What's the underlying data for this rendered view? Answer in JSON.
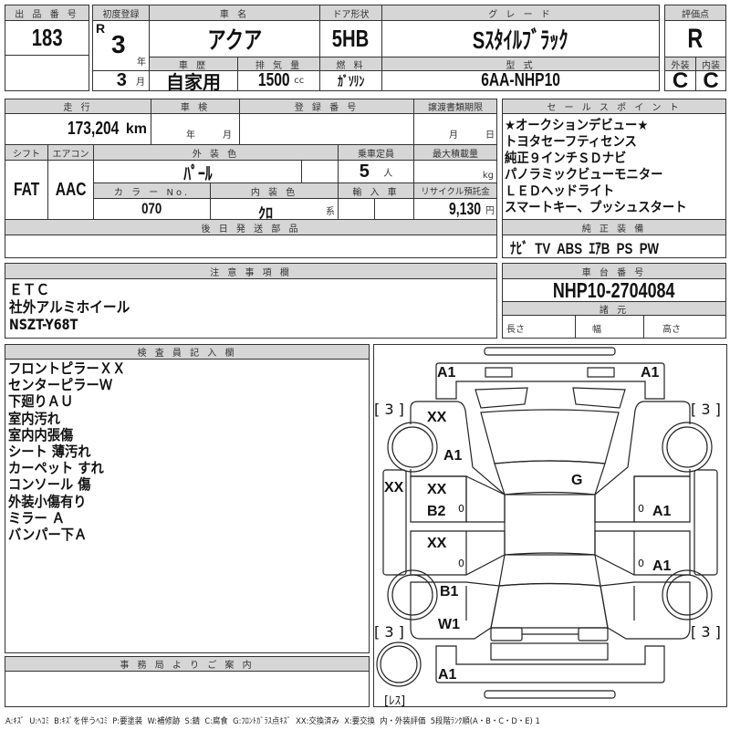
{
  "header": {
    "lot_label": "出 品 番 号",
    "lot_number": "183",
    "first_reg_label": "初度登録",
    "era": "R",
    "year": "3",
    "year_unit": "年",
    "month": "3",
    "month_unit": "月",
    "car_name_label": "車 名",
    "car_name": "アクア",
    "door_label": "ドア形状",
    "door": "5HB",
    "grade_label": "グ レ ー ド",
    "grade": "Sｽﾀｲﾙﾌﾞﾗｯｸ",
    "history_label": "車 歴",
    "history": "自家用",
    "displacement_label": "排 気 量",
    "displacement": "1500",
    "displacement_unit": "cc",
    "fuel_label": "燃 料",
    "fuel": "ｶﾞｿﾘﾝ",
    "model_label": "型 式",
    "model": "6AA-NHP10",
    "score_label": "評価点",
    "score": "R",
    "exterior_label": "外装",
    "exterior": "C",
    "interior_label": "内装",
    "interior": "C"
  },
  "details": {
    "mileage_label": "走 行",
    "mileage": "173,204",
    "mileage_unit": "km",
    "inspection_label": "車 検",
    "inspection_year_unit": "年",
    "inspection_month_unit": "月",
    "registration_label": "登 録 番 号",
    "transfer_label": "譲渡書類期限",
    "transfer_month_unit": "月",
    "transfer_day_unit": "日",
    "shift_label": "シフト",
    "shift": "FAT",
    "ac_label": "エアコン",
    "ac": "AAC",
    "ext_color_label": "外 装 色",
    "ext_color": "ﾊﾟｰﾙ",
    "capacity_label": "乗車定員",
    "capacity": "5",
    "capacity_unit": "人",
    "max_load_label": "最大積載量",
    "max_load_unit": "kg",
    "color_no_label": "カ ラ ー No.",
    "color_no": "070",
    "int_color_label": "内 装 色",
    "int_color": "ｸﾛ",
    "int_color_unit": "系",
    "import_label": "輸 入 車",
    "recycle_label": "リサイクル預託金",
    "recycle": "9,130",
    "recycle_unit": "円",
    "later_parts_label": "後 日 発 送 部 品"
  },
  "sales_points": {
    "label": "セ ー ル ス ポ イ ン ト",
    "items": [
      "★オークションデビュー★",
      "トヨタセーフティセンス",
      "純正９インチＳＤナビ",
      "パノラミックビューモニター",
      "ＬＥＤヘッドライト",
      "スマートキー、プッシュスタート"
    ]
  },
  "equipment": {
    "label": "純 正 装 備",
    "items": "ﾅﾋﾞ  TV  ABS  ｴｱB  PS  PW"
  },
  "notes": {
    "label": "注 意 事 項 欄",
    "items": [
      "ＥＴＣ",
      "社外アルミホイール",
      "NSZT-Y68T"
    ]
  },
  "chassis": {
    "label": "車 台 番 号",
    "number": "NHP10-2704084",
    "specs_label": "諸 元",
    "length_label": "長さ",
    "width_label": "幅",
    "height_label": "高さ"
  },
  "inspector": {
    "label": "検 査 員 記 入 欄",
    "items": [
      "フロントピラーＸＸ",
      "センターピラーＷ",
      "下廻りＡＵ",
      "室内汚れ",
      "室内内張傷",
      "シート 薄汚れ",
      "カーペット すれ",
      "コンソール 傷",
      "外装小傷有り",
      "ミラー Ａ",
      "バンパー下Ａ"
    ]
  },
  "office": {
    "label": "事 務 局 よ り ご 案 内"
  },
  "diagram": {
    "marks": {
      "front_bumper_left": "A1",
      "front_bumper_right": "A1",
      "front_fender_left": "XX",
      "front_fender_left_2": "A1",
      "sill_left": "XX",
      "front_door_left": "XX",
      "front_door_left_2": "B2",
      "rear_door_left": "XX",
      "rear_fender_left": "B1",
      "rear_fender_left_2": "W1",
      "windshield": "G",
      "front_door_right": "A1",
      "rear_door_right": "A1",
      "rear_bumper": "A1",
      "zero": "0"
    },
    "tires": {
      "front_left": "[ 3 ]",
      "front_right": "[ 3 ]",
      "rear_left": "[ 3 ]",
      "rear_right": "[ 3 ]",
      "spare": "[ﾚｽ]"
    }
  },
  "legend": "A:ｷｽﾞ  U:ﾍｺﾐ  B:ｷｽﾞを伴うﾍｺﾐ  P:要塗装  W:補修跡  S:錆  C:腐食  G:ﾌﾛﾝﾄｶﾞﾗｽ点ｷｽﾞ  XX:交換済み  X:要交換  内・外装評価  5段階ﾗﾝｸ順(A・B・C・D・E) 1"
}
